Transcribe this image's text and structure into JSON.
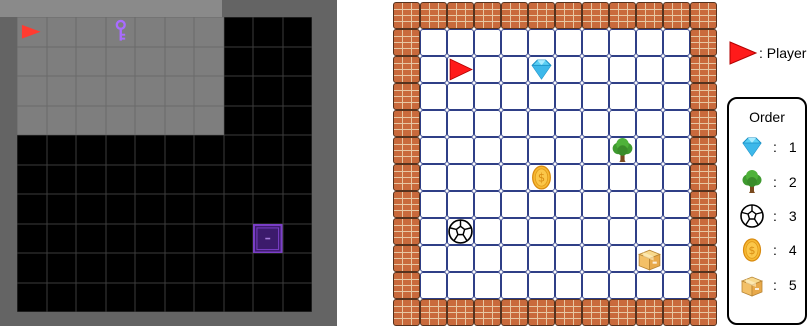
{
  "left_env": {
    "rows": 10,
    "cols": 10,
    "lit_columns": 7,
    "lit_rows": 4,
    "colors": {
      "wall": "#646464",
      "lit": "#7e7e7e",
      "dark": "#000000",
      "door": "#7b3fc7",
      "agent": "#ff3b30"
    },
    "objects": [
      {
        "kind": "agent",
        "row": 0,
        "col": 0
      },
      {
        "kind": "key",
        "row": 0,
        "col": 3
      },
      {
        "kind": "door",
        "row": 7,
        "col": 8
      }
    ]
  },
  "right_env": {
    "size": 12,
    "colors": {
      "floor_line": "#2f3f87",
      "brick": "#c96a3c"
    },
    "objects": [
      {
        "kind": "player",
        "row": 2,
        "col": 2
      },
      {
        "kind": "diamond",
        "row": 2,
        "col": 5
      },
      {
        "kind": "tree",
        "row": 5,
        "col": 8
      },
      {
        "kind": "coin",
        "row": 6,
        "col": 5
      },
      {
        "kind": "ball",
        "row": 8,
        "col": 2
      },
      {
        "kind": "box",
        "row": 9,
        "col": 9
      }
    ]
  },
  "legend": {
    "player_label": ": Player",
    "order_title": "Order",
    "order": [
      {
        "icon": "diamond",
        "colon": ":",
        "number": "1"
      },
      {
        "icon": "tree",
        "colon": ":",
        "number": "2"
      },
      {
        "icon": "ball",
        "colon": ":",
        "number": "3"
      },
      {
        "icon": "coin",
        "colon": ":",
        "number": "4"
      },
      {
        "icon": "box",
        "colon": ":",
        "number": "5"
      }
    ]
  }
}
